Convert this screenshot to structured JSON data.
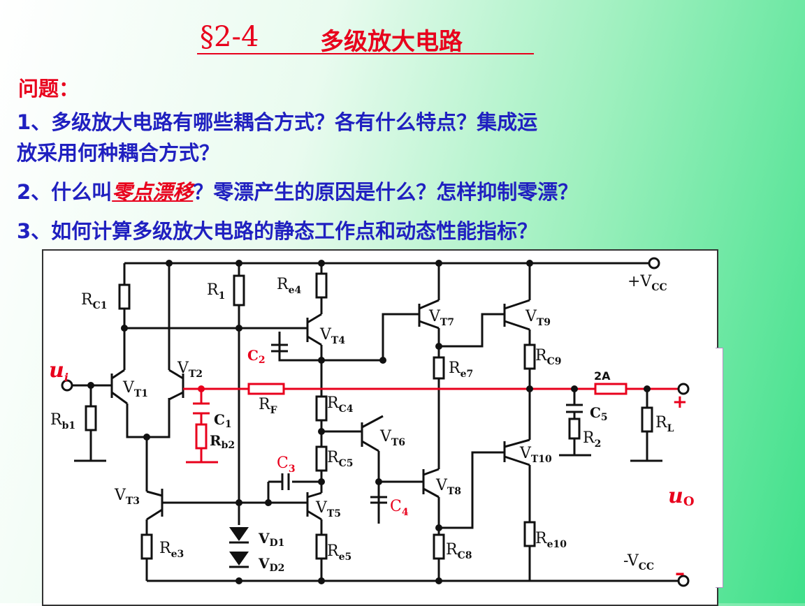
{
  "title": {
    "number": "§2-4",
    "text": "多级放大电路"
  },
  "questions": {
    "label": "问题：",
    "q1_line1": "1、多级放大电路有哪些耦合方式？各有什么特点？集成运",
    "q1_line2": "放采用何种耦合方式？",
    "q2_pre": "2、什么叫",
    "q2_highlight": "零点漂移",
    "q2_post": "？零漂产生的原因是什么？怎样抑制零漂？",
    "q3": "3、如何计算多级放大电路的静态工作点和动态性能指标？"
  },
  "circuit": {
    "vcc_pos": {
      "main": "+V",
      "sub": "CC"
    },
    "vcc_neg": {
      "main": "-V",
      "sub": "CC"
    },
    "input": {
      "main": "u",
      "sub": "i"
    },
    "output": {
      "main": "u",
      "sub": "O"
    },
    "plus": "+",
    "minus": "–",
    "resistors": {
      "rc1": {
        "main": "R",
        "sub": "C1"
      },
      "r1": {
        "main": "R",
        "sub": "1"
      },
      "re4": {
        "main": "R",
        "sub": "e4"
      },
      "rb1": {
        "main": "R",
        "sub": "b1"
      },
      "rb2": {
        "main": "R",
        "sub": "b2"
      },
      "rf": {
        "main": "R",
        "sub": "F"
      },
      "rc4": {
        "main": "R",
        "sub": "C4"
      },
      "rc5": {
        "main": "R",
        "sub": "C5"
      },
      "re3": {
        "main": "R",
        "sub": "e3"
      },
      "re5": {
        "main": "R",
        "sub": "e5"
      },
      "re7": {
        "main": "R",
        "sub": "e7"
      },
      "rc8": {
        "main": "R",
        "sub": "C8"
      },
      "rc9": {
        "main": "R",
        "sub": "C9"
      },
      "re10": {
        "main": "R",
        "sub": "e10"
      },
      "r2": {
        "main": "R",
        "sub": "2"
      },
      "rl": {
        "main": "R",
        "sub": "L"
      }
    },
    "capacitors": {
      "c1": {
        "main": "C",
        "sub": "1"
      },
      "c2": {
        "main": "C",
        "sub": "2"
      },
      "c3": {
        "main": "C",
        "sub": "3"
      },
      "c4": {
        "main": "C",
        "sub": "4"
      },
      "c5": {
        "main": "C",
        "sub": "5"
      }
    },
    "transistors": {
      "vt1": {
        "main": "V",
        "sub": "T1"
      },
      "vt2": {
        "main": "V",
        "sub": "T2"
      },
      "vt3": {
        "main": "V",
        "sub": "T3"
      },
      "vt4": {
        "main": "V",
        "sub": "T4"
      },
      "vt5": {
        "main": "V",
        "sub": "T5"
      },
      "vt6": {
        "main": "V",
        "sub": "T6"
      },
      "vt7": {
        "main": "V",
        "sub": "T7"
      },
      "vt8": {
        "main": "V",
        "sub": "T8"
      },
      "vt9": {
        "main": "V",
        "sub": "T9"
      },
      "vt10": {
        "main": "V",
        "sub": "T10"
      }
    },
    "diodes": {
      "vd1": {
        "main": "V",
        "sub": "D1"
      },
      "vd2": {
        "main": "V",
        "sub": "D2"
      }
    },
    "fuse": "2A"
  },
  "colors": {
    "title": "#e8001c",
    "question": "#2020c0",
    "feedback": "#e8001c",
    "wire": "#111111"
  }
}
